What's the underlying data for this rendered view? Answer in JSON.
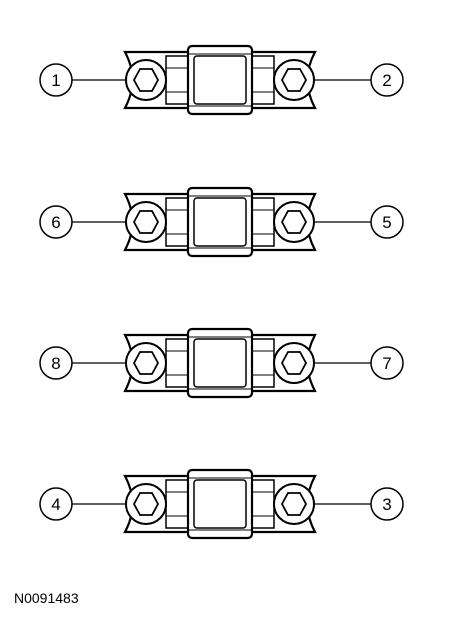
{
  "diagram": {
    "caps": [
      {
        "left_callout": "1",
        "right_callout": "2"
      },
      {
        "left_callout": "6",
        "right_callout": "5"
      },
      {
        "left_callout": "8",
        "right_callout": "7"
      },
      {
        "left_callout": "4",
        "right_callout": "3"
      }
    ]
  },
  "footer": {
    "figure_id": "N0091483"
  },
  "colors": {
    "line": "#000000",
    "background": "#ffffff",
    "part_fill": "#ffffff"
  }
}
